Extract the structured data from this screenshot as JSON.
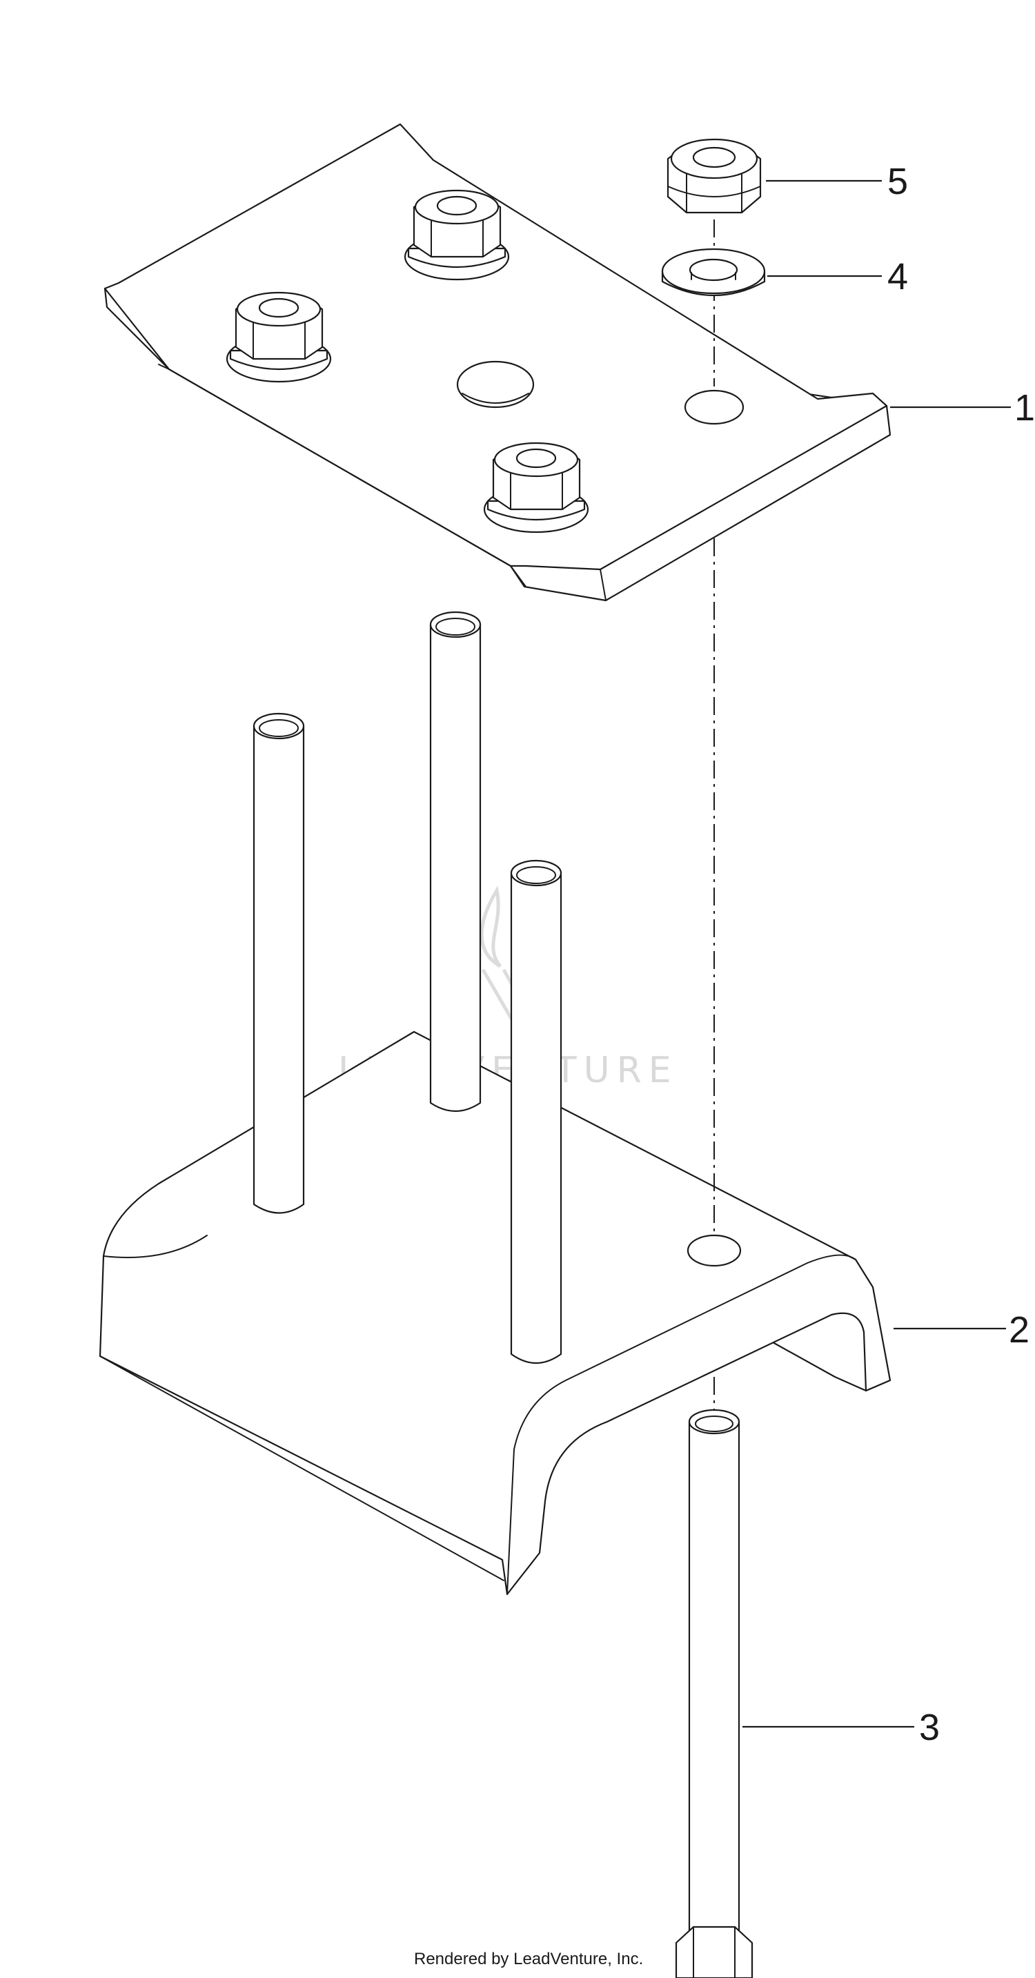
{
  "callouts": [
    {
      "id": "1",
      "label": "1"
    },
    {
      "id": "2",
      "label": "2"
    },
    {
      "id": "3",
      "label": "3"
    },
    {
      "id": "4",
      "label": "4"
    },
    {
      "id": "5",
      "label": "5"
    }
  ],
  "watermark": {
    "text": "LEADVENTURE"
  },
  "footer": {
    "credit": "Rendered by LeadVenture, Inc."
  },
  "colors": {
    "line": "#1a1a1a",
    "background": "#ffffff",
    "watermark": "#d9d9d9"
  }
}
